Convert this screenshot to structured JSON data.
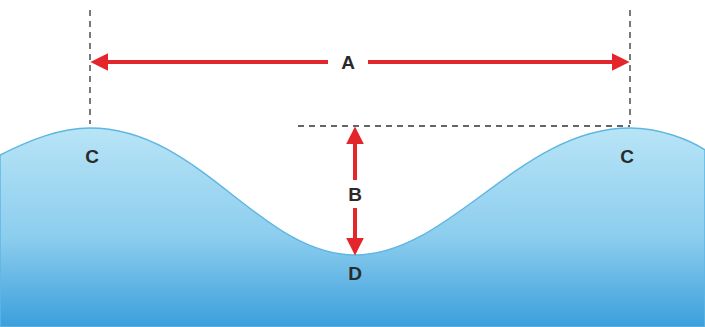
{
  "diagram": {
    "labels": [
      "A",
      "C",
      "B",
      "C",
      "D"
    ]
  }
}
